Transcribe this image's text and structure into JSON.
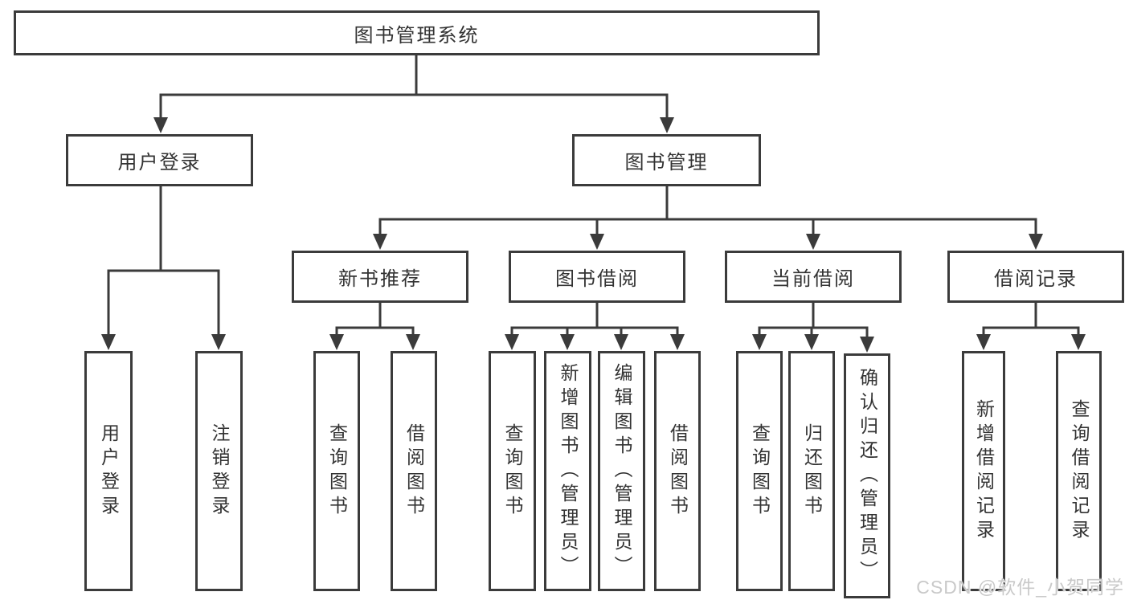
{
  "colors": {
    "line": "#3b3b3b",
    "box_border": "#3b3b3b",
    "text": "#333333",
    "watermark": "#c9c9c9",
    "background": "#ffffff"
  },
  "watermark": "CSDN @软件_小贺同学",
  "tree": {
    "label": "图书管理系统",
    "children": [
      {
        "label": "用户登录",
        "children": [
          {
            "label": "用户登录"
          },
          {
            "label": "注销登录"
          }
        ]
      },
      {
        "label": "图书管理",
        "children": [
          {
            "label": "新书推荐",
            "children": [
              {
                "label": "查询图书"
              },
              {
                "label": "借阅图书"
              }
            ]
          },
          {
            "label": "图书借阅",
            "children": [
              {
                "label": "查询图书"
              },
              {
                "label": "新增图书（管理员）"
              },
              {
                "label": "编辑图书（管理员）"
              },
              {
                "label": "借阅图书"
              }
            ]
          },
          {
            "label": "当前借阅",
            "children": [
              {
                "label": "查询图书"
              },
              {
                "label": "归还图书"
              },
              {
                "label": "确认归还（管理员）"
              }
            ]
          },
          {
            "label": "借阅记录",
            "children": [
              {
                "label": "新增借阅记录"
              },
              {
                "label": "查询借阅记录"
              }
            ]
          }
        ]
      }
    ]
  }
}
